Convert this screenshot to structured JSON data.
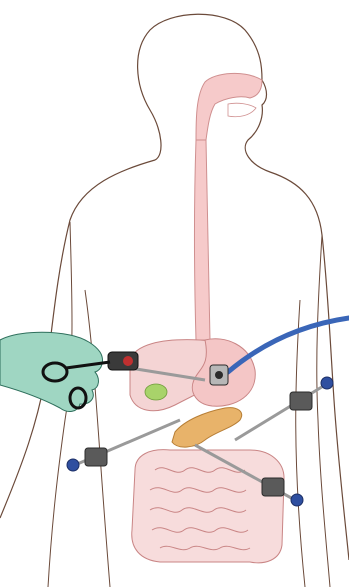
{
  "figure": {
    "colors": {
      "outline": "#6b4a3a",
      "body_fill": "#ffffff",
      "organ_pink": "#f4c6c6",
      "organ_stroke": "#c98585",
      "esophagus_fill": "#f6caca",
      "esophagus_stroke": "#cf8f8f",
      "pancreas": "#e8b36a",
      "gallbladder": "#a8d36a",
      "hand_fill": "#9fd6c2",
      "hand_stroke": "#2e6f5c",
      "scope_blue": "#3a66b8",
      "instrument_metal": "#b7b7b7",
      "instrument_dark": "#2b2b2b",
      "port_blue": "#2f4fa0"
    },
    "elements": [
      {
        "name": "body-outline"
      },
      {
        "name": "head"
      },
      {
        "name": "nasal-cavity"
      },
      {
        "name": "esophagus"
      },
      {
        "name": "liver"
      },
      {
        "name": "stomach"
      },
      {
        "name": "gallbladder"
      },
      {
        "name": "pancreas"
      },
      {
        "name": "small-intestine"
      },
      {
        "name": "large-intestine"
      },
      {
        "name": "endoscope"
      },
      {
        "name": "hand"
      },
      {
        "name": "laparoscopic-instruments"
      }
    ]
  }
}
